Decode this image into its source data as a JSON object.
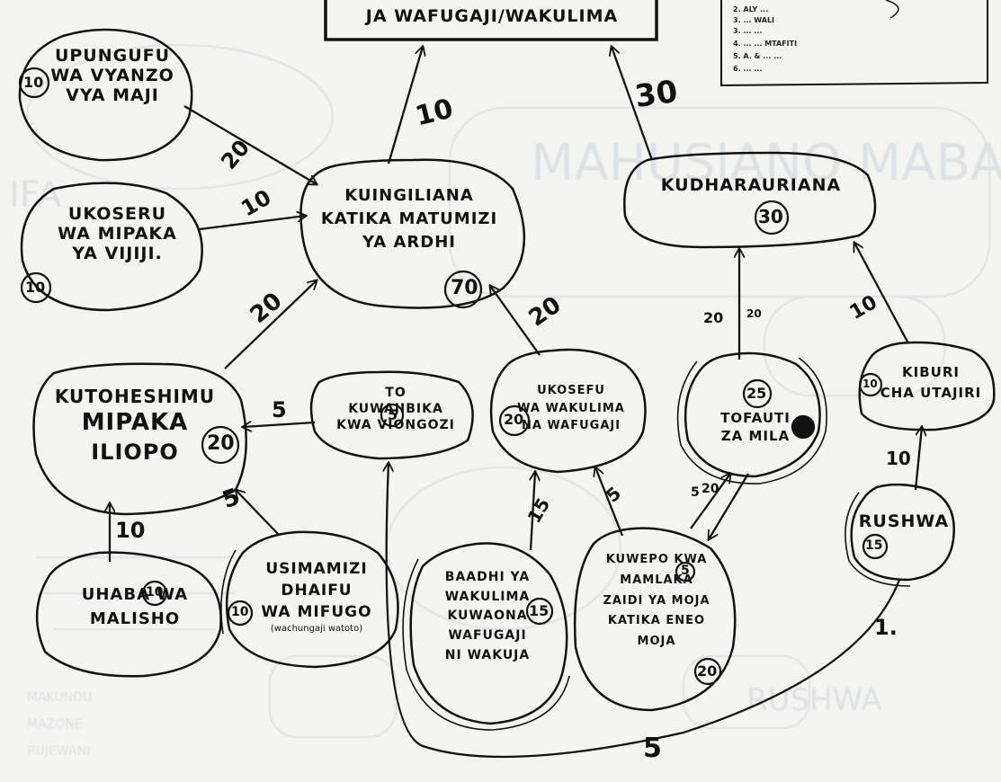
{
  "nodes": {
    "top": [
      "JA WAFUGAJI/WAKULIMA"
    ],
    "upungufu": [
      "UPUNGUFU",
      "WA VYANZO",
      "VYA MAJI"
    ],
    "ukoseru": [
      "UKOSERU",
      "WA MIPAKA",
      "YA VIJIJI."
    ],
    "kuingiliana": [
      "KUINGILIANA",
      "KATIKA MATUMIZI",
      "YA ARDHI"
    ],
    "kudharauriana": [
      "KUDHARAURIANA"
    ],
    "kutoheshimu": [
      "KUTOHESHIMU",
      "MIPAKA",
      "ILIOPO"
    ],
    "kuwajibika": [
      "TO",
      "KUWAJIBIKA",
      "KWA VIONGOZI"
    ],
    "ukosefu": [
      "UKOSEFU",
      "WA WAKULIMA",
      "NA WAFUGAJI"
    ],
    "tofauti": [
      "TOFAUTI",
      "ZA MILA"
    ],
    "kiburi": [
      "KIBURI",
      "CHA UTAJIRI"
    ],
    "uhaba": [
      "UHABA WA",
      "MALISHO"
    ],
    "usimamizi": [
      "USIMAMIZI",
      "DHAIFU",
      "WA MIFUGO"
    ],
    "usimamizi_note": "(wachungaji watoto)",
    "baadhi": [
      "BAADHI YA",
      "WAKULIMA",
      "KUWAONA",
      "WAFUGAJI",
      "NI WAKUJA"
    ],
    "kuwepo": [
      "KUWEPO KWA",
      "MAMLAKA",
      "ZAIDI YA MOJA",
      "KATIKA ENEO",
      "MOJA"
    ],
    "rushwa": [
      "RUSHWA"
    ]
  },
  "scores": {
    "upungufu": "10",
    "ukoseru": "10",
    "kuingiliana": "70",
    "kudharauriana": "30",
    "kutoheshimu": "20",
    "kuwajibika": "5",
    "ukosefu": "20",
    "tofauti": "25",
    "kiburi": "10",
    "uhaba": "10",
    "usimamizi": "10",
    "baadhi": "15",
    "kuwepo": "5",
    "kuwepo_b": "20",
    "rushwa": "15"
  },
  "weights": {
    "kuingiliana_top": "10",
    "dharau_top": "30",
    "upungufu_kuingiliana": "20",
    "ukoseru_kuingiliana": "10",
    "kutoheshimu_kuingiliana": "20",
    "ukosefu_kuingiliana": "20",
    "kuwajibika_kutoheshimu": "5",
    "usimamizi_kutoheshimu": "5",
    "uhaba_kutoheshimu": "10",
    "tofauti_dharau": "20",
    "tofauti_dharau_b": "20",
    "kiburi_dharau": "10",
    "rushwa_kiburi": "10",
    "baadhi_ukosefu": "15",
    "kuwepo_ukosefu": "5",
    "kuwepo_tofauti": "5",
    "kuwepo_tofauti_b": "20",
    "rushwa_kuwajibika": "5"
  },
  "marks": {
    "one": "1."
  },
  "legend": [
    "2. ALY ...",
    "3. ... WALI",
    "3. ... ...",
    "4. ... ... MTAFITI",
    "5. A. & ... ...",
    "6. ... ..."
  ]
}
